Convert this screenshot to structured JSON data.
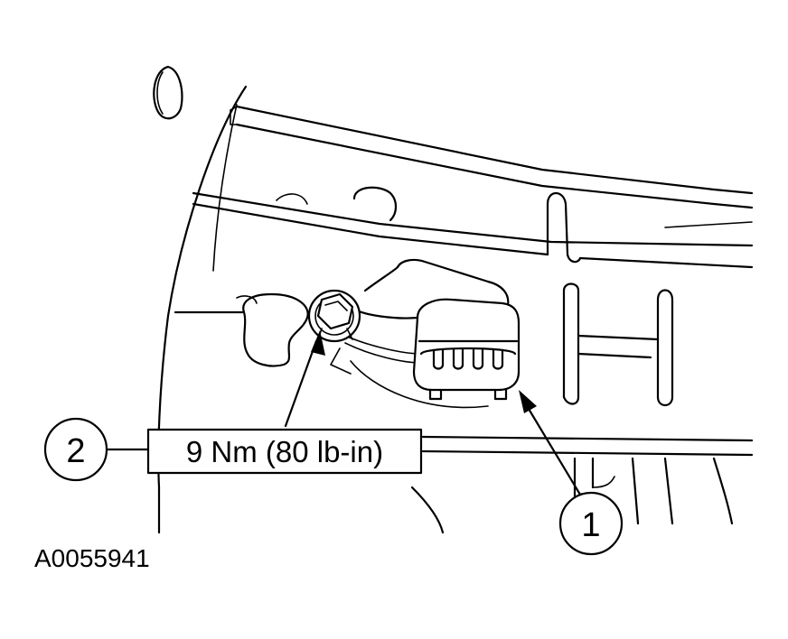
{
  "callouts": [
    {
      "number": "1"
    },
    {
      "number": "2"
    }
  ],
  "torque_spec": "9 Nm (80 lb-in)",
  "figure_id": "A0055941",
  "line_color": "#000000",
  "background": "#ffffff"
}
